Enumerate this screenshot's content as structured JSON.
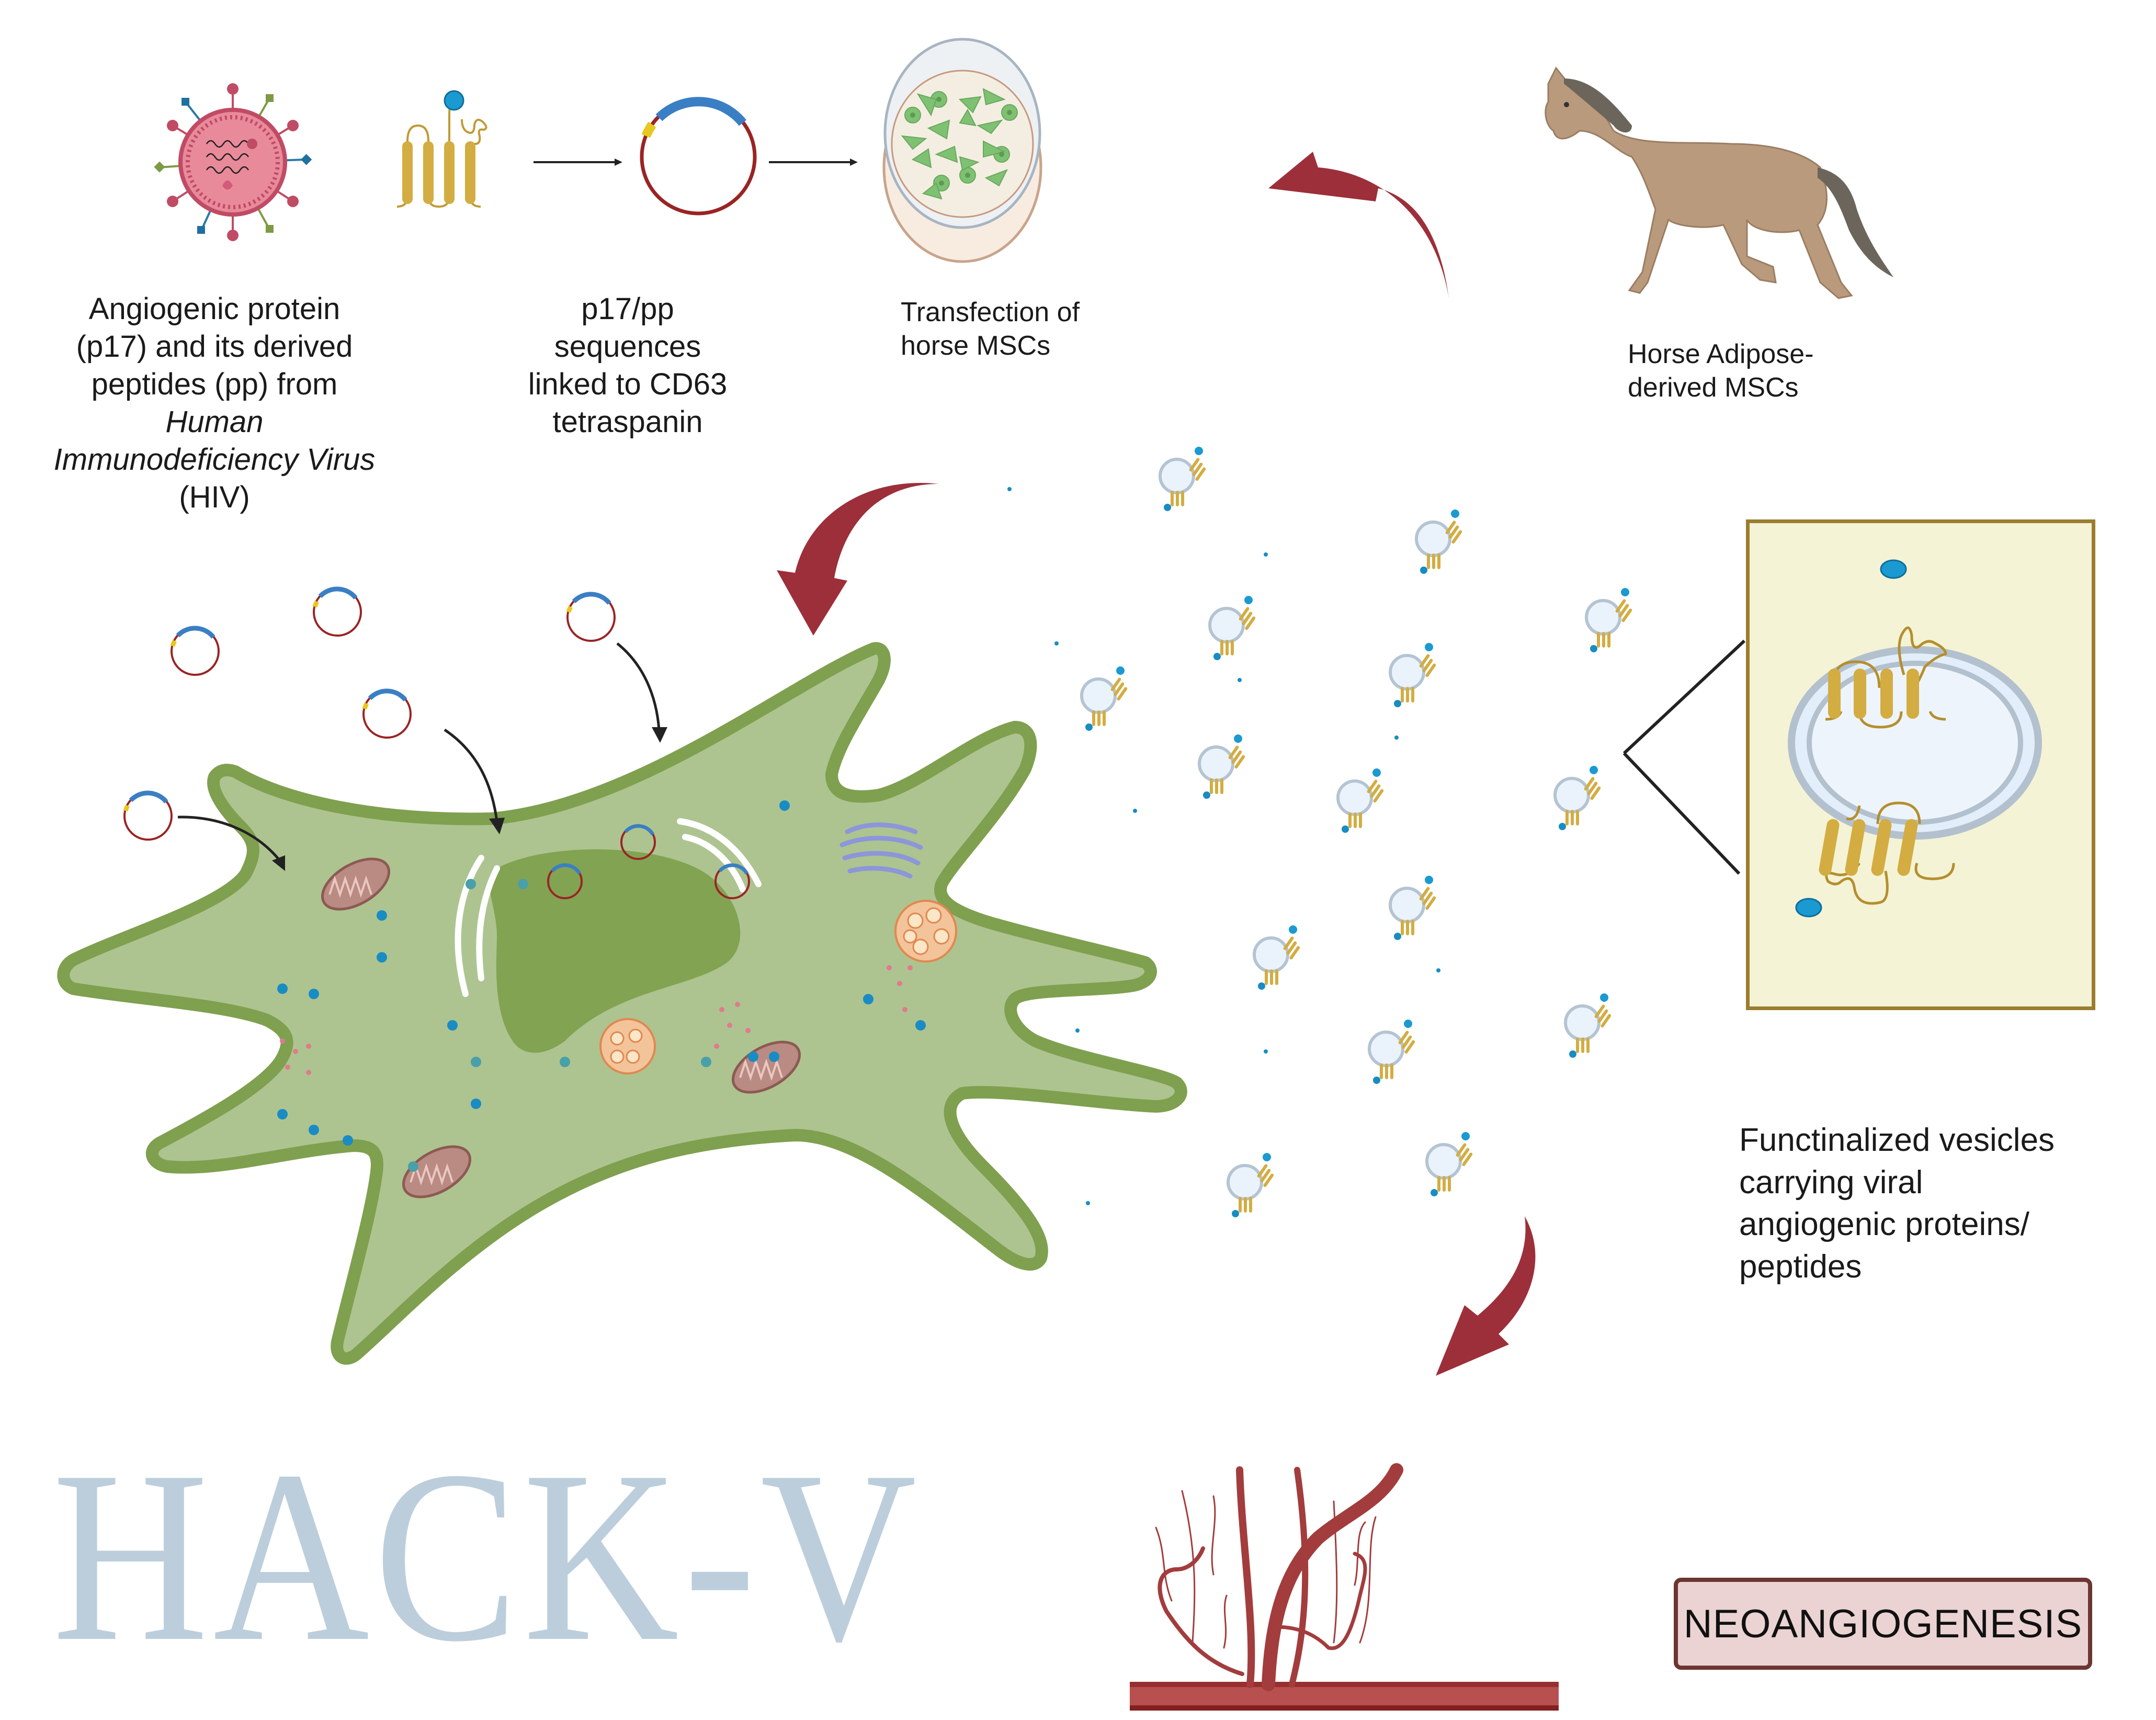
{
  "title": "HACK-V",
  "labels": {
    "hiv_lines": [
      "Angiogenic protein",
      "(p17) and its derived",
      "peptides (pp) from",
      "Human",
      "Immunodeficiency Virus",
      "(HIV)"
    ],
    "construct_lines": [
      "p17/pp",
      "sequences",
      "linked to CD63",
      "tetraspanin"
    ],
    "transfection_lines": [
      "Transfection of",
      "horse MSCs"
    ],
    "horse_lines": [
      "Horse Adipose-",
      "derived MSCs"
    ],
    "vesicles_lines": [
      "Functinalized vesicles",
      "carrying viral",
      "angiogenic proteins/",
      "peptides"
    ],
    "outcome": "NEOANGIOGENESIS"
  },
  "icons": {
    "virus": "hiv-virus-icon",
    "protein": "cd63-tetraspanin-icon",
    "plasmid": "plasmid-icon",
    "dish": "petri-dish-icon",
    "horse": "horse-icon",
    "cell": "mesenchymal-stem-cell-icon",
    "vesicle": "extracellular-vesicle-icon",
    "vessels": "blood-vessel-icon"
  },
  "colors": {
    "arrow_red": "#9c2f3a",
    "cell_fill": "#adc491",
    "cell_border": "#7fa04e",
    "nucleus": "#82a352",
    "tetraspanin": "#d4ad42",
    "plasmid_ring": "#9a2424",
    "plasmid_insert": "#3a7fc4",
    "plasmid_marker": "#e8c81e",
    "title_color": "#bccddc",
    "zoom_box_fill": "#f5f3d6",
    "zoom_box_border": "#9a7d2e",
    "outcome_fill": "#ecd3d3",
    "outcome_border": "#6b3632"
  }
}
